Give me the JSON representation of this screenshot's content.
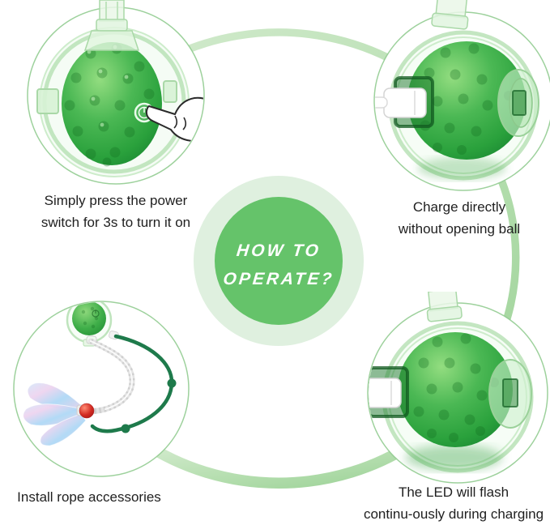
{
  "badge": {
    "line1": "HOW TO",
    "line2": "OPERATE?",
    "background": "#65c36a",
    "halo": "#dff0df",
    "text_color": "#ffffff"
  },
  "steps": [
    {
      "id": "press-power",
      "icon": "pressing-hand-icon",
      "caption_lines": [
        "Simply press the power",
        "switch for 3s to turn it on"
      ]
    },
    {
      "id": "charge-direct",
      "icon": "usb-charging-plug-icon",
      "caption_lines": [
        "Charge directly",
        "without opening ball"
      ]
    },
    {
      "id": "rope-accessories",
      "icon": "rope-with-streamers-icon",
      "caption_lines": [
        "Install rope accessories"
      ]
    },
    {
      "id": "led-charging",
      "icon": "usb-charging-plug-icon",
      "caption_lines": [
        "The LED will flash",
        "continu-ously during charging"
      ]
    }
  ],
  "colors": {
    "ring_light": "#d6ecd1",
    "ring_dark": "#9cd297",
    "ball_green": "#2aa13c",
    "circle_border": "#8cc98b",
    "cord_green": "#1e7a4b",
    "bead_red": "#d22b22",
    "caption_text": "#1f1f1f"
  }
}
